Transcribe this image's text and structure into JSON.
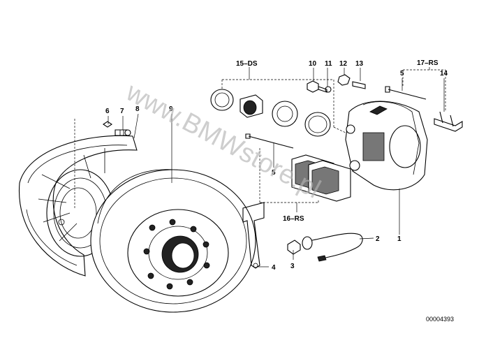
{
  "labels": {
    "p1": "1",
    "p2": "2",
    "p3": "3",
    "p4": "4",
    "p5a": "5",
    "p5b": "5",
    "p6": "6",
    "p7": "7",
    "p8": "8",
    "p9": "9",
    "p10": "10",
    "p11": "11",
    "p12": "12",
    "p13": "13",
    "p14": "14",
    "p15": "15–DS",
    "p16": "16–RS",
    "p17": "17–RS"
  },
  "watermark": "www.BMWstore.pl",
  "diagram_code": "00004393"
}
